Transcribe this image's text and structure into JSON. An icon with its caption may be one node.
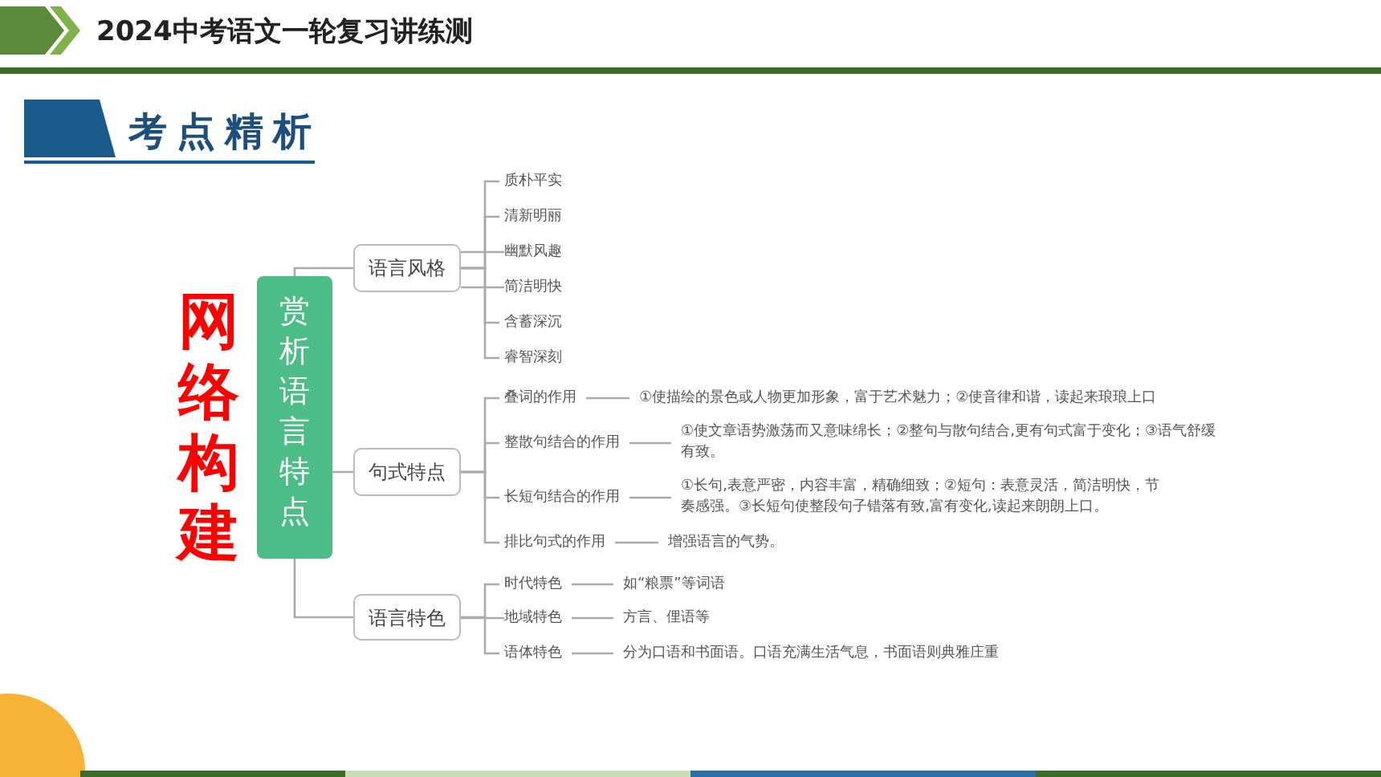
{
  "diagram": {
    "title": "2024中考语文一轮复习讲练测",
    "nodes": [
      {
        "text": [
          "赏析语言特点"
        ]
      },
      {
        "text": [
          "语言风格"
        ]
      },
      {
        "text": [
          "句式特点"
        ]
      },
      {
        "text": [
          "语言特色"
        ]
      },
      {
        "text": [
          "质朴平实"
        ]
      },
      {
        "text": [
          "清新明丽"
        ]
      },
      {
        "text": [
          "幽默风趣"
        ]
      },
      {
        "text": [
          "简洁明快"
        ]
      },
      {
        "text": [
          "含蓄深沉"
        ]
      },
      {
        "text": [
          "睿智深刻"
        ]
      },
      {
        "text": [
          "叠词的作用"
        ]
      },
      {
        "text": [
          "①使描绘的景色或人物更加形象，富于艺术魅力；②使音律和谐，读起来琅琅上口"
        ]
      },
      {
        "text": [
          "整散句结合的作用"
        ]
      },
      {
        "text": [
          "①使文章语势激荡而又意味绵长；②整句与散句结合,更有句式富于变化；③语气舒缓有致。"
        ]
      },
      {
        "text": [
          "长短句结合的作用"
        ]
      },
      {
        "text": [
          "①长句,表意严密，内容丰富，精确细致；②短句：表意灵活，简洁明快，节奏感强。③长短句使整段句子错落有致,富有变化,读起来朗朗上口。"
        ]
      },
      {
        "text": [
          "排比句式的作用"
        ]
      },
      {
        "text": [
          "增强语言的气势。"
        ]
      },
      {
        "text": [
          "时代特色"
        ]
      },
      {
        "text": [
          "如“粮票”等词语"
        ]
      },
      {
        "text": [
          "地域特色"
        ]
      },
      {
        "text": [
          "方言、俚语等"
        ]
      },
      {
        "text": [
          "语体特色"
        ]
      },
      {
        "text": [
          "分为口语和书面语。口语充满生活气息，书面语则典雅庄重"
        ]
      }
    ],
    "edges": [
      {
        "from": 0,
        "to": 1,
        "arrow": "none"
      },
      {
        "from": 0,
        "to": 2,
        "arrow": "none"
      },
      {
        "from": 0,
        "to": 3,
        "arrow": "none"
      },
      {
        "from": 1,
        "to": 4,
        "arrow": "none"
      },
      {
        "from": 1,
        "to": 5,
        "arrow": "none"
      },
      {
        "from": 1,
        "to": 6,
        "arrow": "none"
      },
      {
        "from": 1,
        "to": 7,
        "arrow": "none"
      },
      {
        "from": 1,
        "to": 8,
        "arrow": "none"
      },
      {
        "from": 1,
        "to": 9,
        "arrow": "none"
      },
      {
        "from": 2,
        "to": 10,
        "arrow": "none"
      },
      {
        "from": 2,
        "to": 12,
        "arrow": "none"
      },
      {
        "from": 2,
        "to": 14,
        "arrow": "none"
      },
      {
        "from": 2,
        "to": 16,
        "arrow": "none"
      },
      {
        "from": 10,
        "to": 11,
        "arrow": "none"
      },
      {
        "from": 12,
        "to": 13,
        "arrow": "none"
      },
      {
        "from": 14,
        "to": 15,
        "arrow": "none"
      },
      {
        "from": 16,
        "to": 17,
        "arrow": "none"
      },
      {
        "from": 3,
        "to": 18,
        "arrow": "none"
      },
      {
        "from": 3,
        "to": 20,
        "arrow": "none"
      },
      {
        "from": 3,
        "to": 22,
        "arrow": "none"
      },
      {
        "from": 18,
        "to": 19,
        "arrow": "none"
      },
      {
        "from": 20,
        "to": 21,
        "arrow": "none"
      },
      {
        "from": 22,
        "to": 23,
        "arrow": "none"
      }
    ],
    "labels": [
      "考点精析",
      "网络构建"
    ]
  }
}
